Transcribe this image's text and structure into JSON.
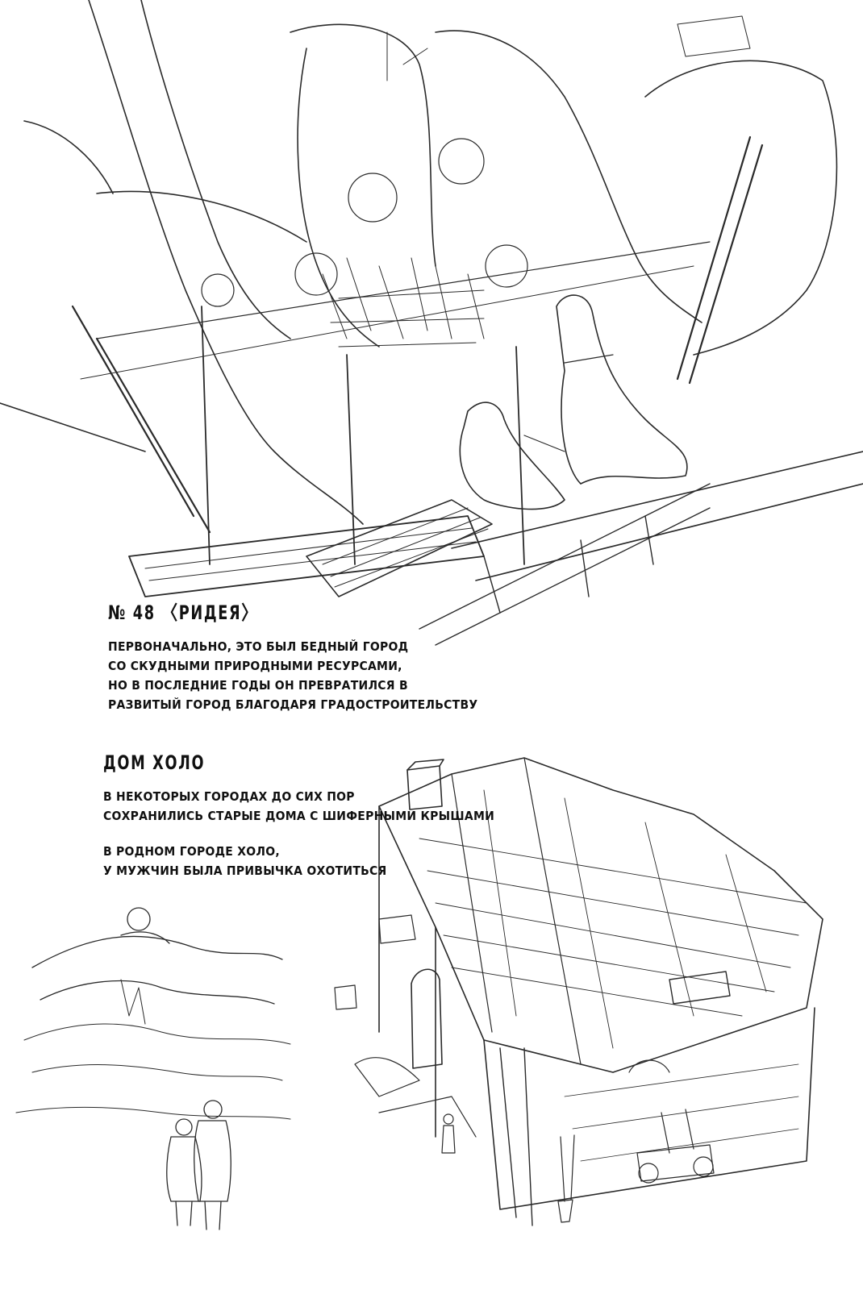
{
  "sections": [
    {
      "heading": "№ 48 〈РИДЕЯ〉",
      "paragraphs": [
        [
          "ПЕРВОНАЧАЛЬНО, ЭТО БЫЛ БЕДНЫЙ ГОРОД",
          "СО СКУДНЫМИ  ПРИРОДНЫМИ РЕСУРСАМИ,",
          "НО В ПОСЛЕДНИЕ ГОДЫ ОН ПРЕВРАТИЛСЯ В",
          "РАЗВИТЫЙ ГОРОД БЛАГОДАРЯ ГРАДОСТРОИТЕЛЬСТВУ"
        ]
      ]
    },
    {
      "heading": "ДОМ ХОЛО",
      "paragraphs": [
        [
          "В НЕКОТОРЫХ ГОРОДАХ ДО СИХ ПОР",
          "СОХРАНИЛИСЬ СТАРЫЕ ДОМА С ШИФЕРНЫМИ КРЫШАМИ"
        ],
        [
          "В РОДНОМ ГОРОДЕ ХОЛО,",
          "У МУЖЧИН БЫЛА ПРИВЫЧКА ОХОТИТЬСЯ"
        ]
      ]
    }
  ]
}
